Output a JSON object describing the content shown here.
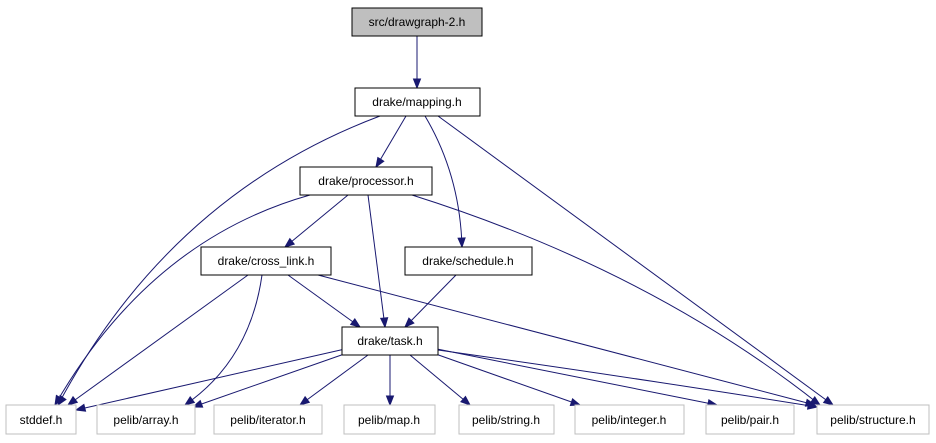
{
  "colors": {
    "edge": "#191970",
    "root_fill": "#bfbfbf",
    "node_border": "#000000",
    "external_border": "#bfbfbf",
    "background": "#ffffff"
  },
  "nodes": {
    "root": "src/drawgraph-2.h",
    "mapping": "drake/mapping.h",
    "processor": "drake/processor.h",
    "cross_link": "drake/cross_link.h",
    "schedule": "drake/schedule.h",
    "task": "drake/task.h",
    "stddef": "stddef.h",
    "array": "pelib/array.h",
    "iterator": "pelib/iterator.h",
    "map": "pelib/map.h",
    "string": "pelib/string.h",
    "integer": "pelib/integer.h",
    "pair": "pelib/pair.h",
    "structure": "pelib/structure.h"
  },
  "edges": [
    [
      "root",
      "mapping"
    ],
    [
      "mapping",
      "processor"
    ],
    [
      "mapping",
      "schedule"
    ],
    [
      "mapping",
      "stddef"
    ],
    [
      "mapping",
      "structure"
    ],
    [
      "processor",
      "cross_link"
    ],
    [
      "processor",
      "task"
    ],
    [
      "processor",
      "stddef"
    ],
    [
      "processor",
      "structure"
    ],
    [
      "cross_link",
      "task"
    ],
    [
      "cross_link",
      "stddef"
    ],
    [
      "cross_link",
      "array"
    ],
    [
      "cross_link",
      "structure"
    ],
    [
      "schedule",
      "task"
    ],
    [
      "task",
      "stddef"
    ],
    [
      "task",
      "array"
    ],
    [
      "task",
      "iterator"
    ],
    [
      "task",
      "map"
    ],
    [
      "task",
      "string"
    ],
    [
      "task",
      "integer"
    ],
    [
      "task",
      "pair"
    ],
    [
      "task",
      "structure"
    ]
  ]
}
